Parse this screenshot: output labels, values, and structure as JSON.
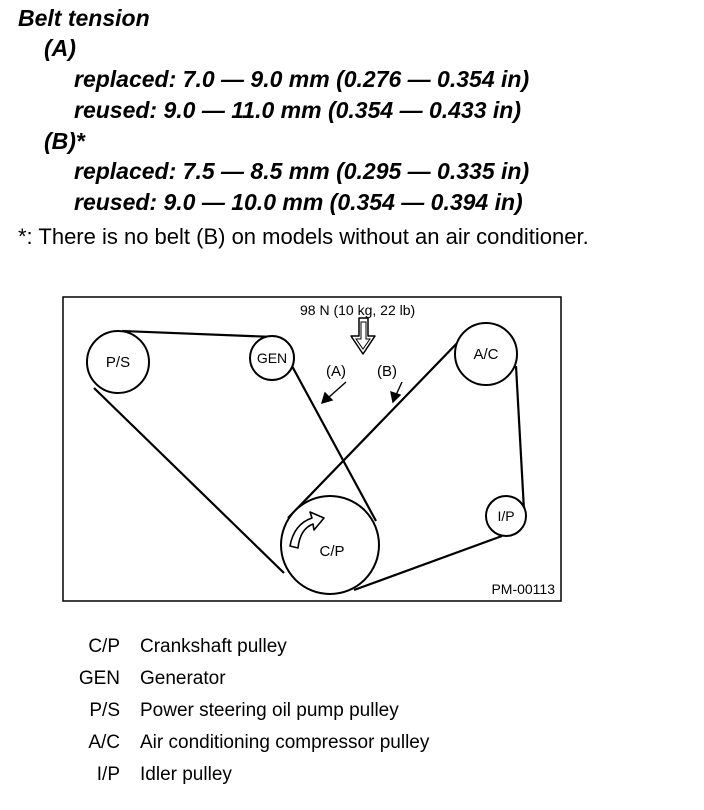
{
  "spec": {
    "title": "Belt tension",
    "a_label": "(A)",
    "a_replaced": "replaced: 7.0 — 9.0 mm (0.276 — 0.354 in)",
    "a_reused": "reused: 9.0 — 11.0 mm (0.354 — 0.433 in)",
    "b_label": "(B)*",
    "b_replaced": "replaced: 7.5 — 8.5 mm (0.295 — 0.335 in)",
    "b_reused": "reused: 9.0 — 10.0 mm (0.354 — 0.394 in)"
  },
  "note": "*: There is no belt (B) on models without an air conditioner.",
  "diagram": {
    "force": "98 N (10 kg, 22 lb)",
    "belt_a": "(A)",
    "belt_b": "(B)",
    "pulleys": {
      "ps": "P/S",
      "gen": "GEN",
      "ac": "A/C",
      "ip": "I/P",
      "cp": "C/P"
    },
    "figure_id": "PM-00113"
  },
  "legend": [
    {
      "abbr": "C/P",
      "desc": "Crankshaft pulley"
    },
    {
      "abbr": "GEN",
      "desc": "Generator"
    },
    {
      "abbr": "P/S",
      "desc": "Power steering oil pump pulley"
    },
    {
      "abbr": "A/C",
      "desc": "Air conditioning compressor pulley"
    },
    {
      "abbr": "I/P",
      "desc": "Idler pulley"
    }
  ]
}
